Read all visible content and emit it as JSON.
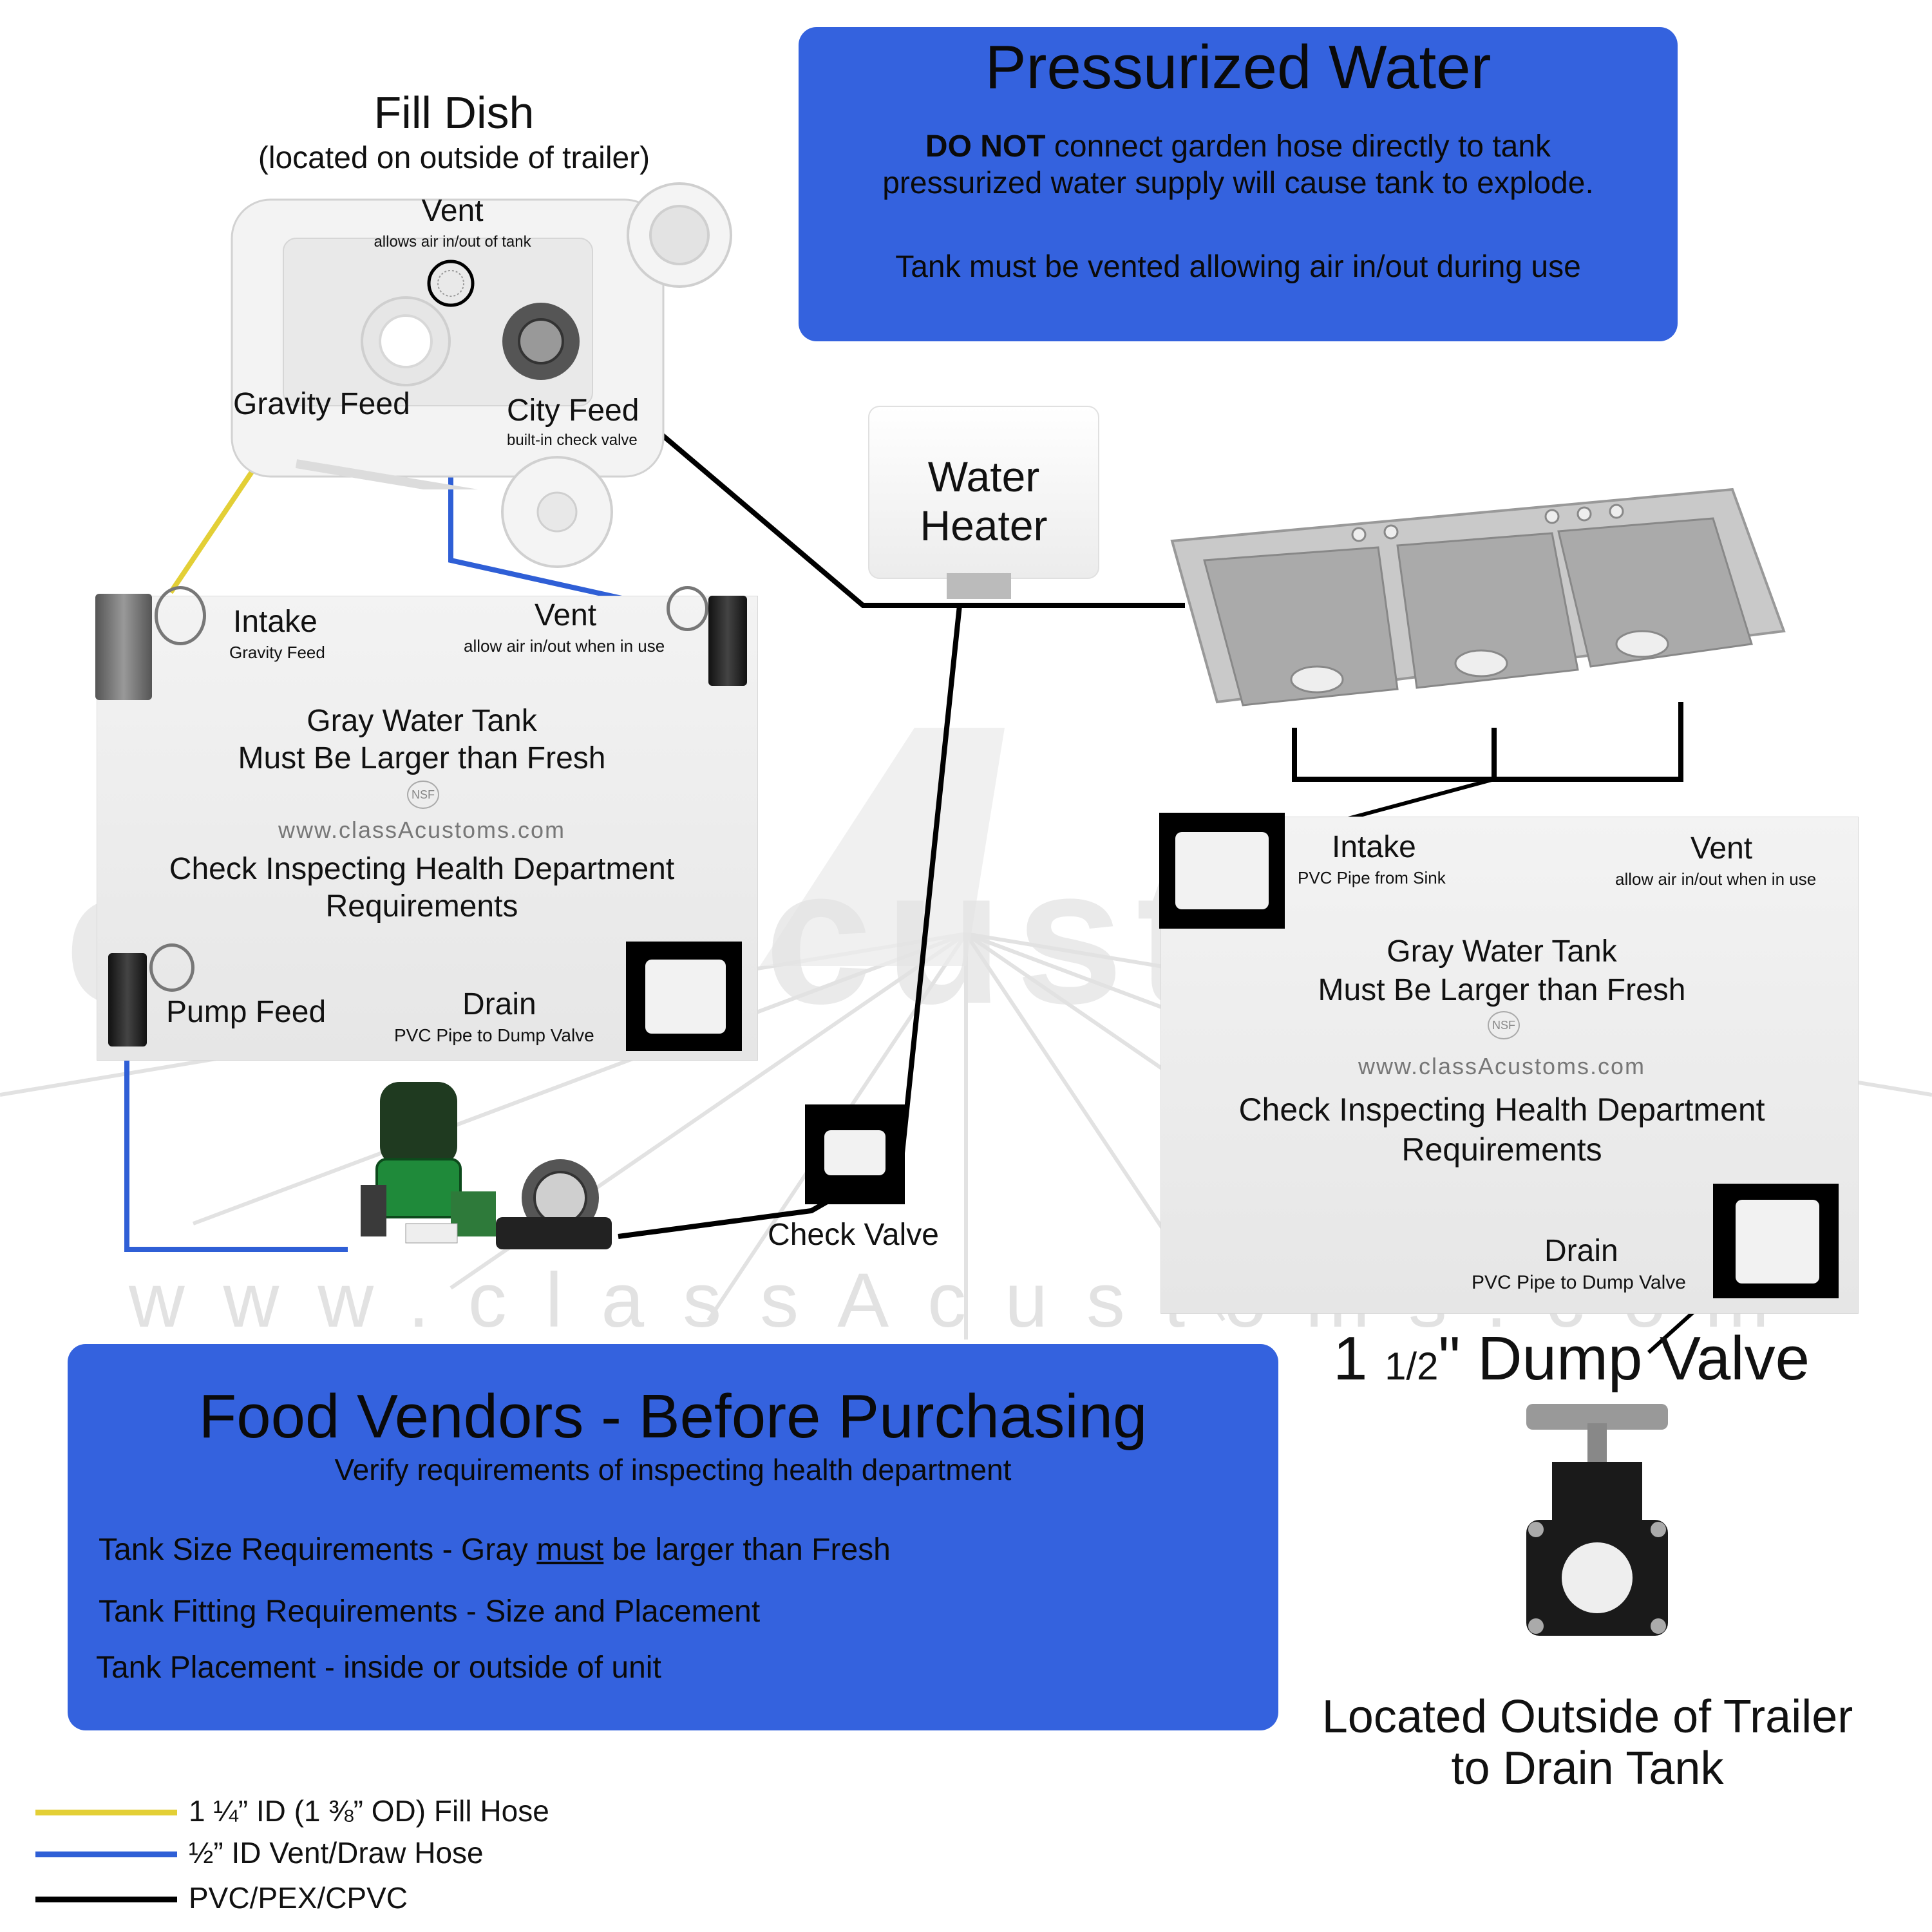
{
  "fill_dish": {
    "title": "Fill Dish",
    "subtitle": "(located on outside of trailer)",
    "vent_label": "Vent",
    "vent_sub": "allows air in/out of tank",
    "gravity_label": "Gravity Feed",
    "city_label": "City Feed",
    "city_sub": "built-in check valve"
  },
  "pressurized": {
    "title": "Pressurized Water",
    "line1_bold": "DO NOT",
    "line1_rest": " connect garden hose directly to tank",
    "line2": "pressurized water supply will cause tank to explode.",
    "line3": "Tank must be vented allowing air in/out during use"
  },
  "water_heater": {
    "line1": "Water",
    "line2": "Heater"
  },
  "left_tank": {
    "intake": "Intake",
    "intake_sub": "Gravity Feed",
    "vent": "Vent",
    "vent_sub": "allow air in/out when in use",
    "line1": "Gray Water Tank",
    "line2": "Must Be Larger than Fresh",
    "nsf": "NSF",
    "website": "www.classAcustoms.com",
    "check1": "Check Inspecting Health Department",
    "check2": "Requirements",
    "pump_feed": "Pump Feed",
    "drain": "Drain",
    "drain_sub": "PVC Pipe to Dump Valve"
  },
  "right_tank": {
    "intake": "Intake",
    "intake_sub": "PVC Pipe from Sink",
    "vent": "Vent",
    "vent_sub": "allow air in/out when in use",
    "line1": "Gray Water Tank",
    "line2": "Must Be Larger than Fresh",
    "nsf": "NSF",
    "website": "www.classAcustoms.com",
    "check1": "Check Inspecting Health Department",
    "check2": "Requirements",
    "drain": "Drain",
    "drain_sub": "PVC Pipe to Dump Valve"
  },
  "watermark": {
    "big": "classAcustoms",
    "url": "www.classAcustoms.com"
  },
  "check_valve": "Check Valve",
  "dump_valve": {
    "title_prefix": "1 ",
    "title_frac": "1/2",
    "title_rest": "\" Dump Valve",
    "note1": "Located Outside of Trailer",
    "note2": "to Drain Tank"
  },
  "food_vendors": {
    "title": "Food Vendors - Before Purchasing",
    "subtitle": "Verify requirements of inspecting health department",
    "req1_a": "Tank Size Requirements - Gray ",
    "req1_u": "must",
    "req1_b": " be larger than Fresh",
    "req2": "Tank Fitting Requirements - Size and Placement",
    "req3": "Tank Placement - inside or outside of unit"
  },
  "legend": [
    {
      "label": "1 ¼” ID (1 ⅜” OD) Fill Hose",
      "color": "#e3cf36"
    },
    {
      "label": "½” ID Vent/Draw Hose",
      "color": "#2f5fd6"
    },
    {
      "label": "PVC/PEX/CPVC",
      "color": "#000000"
    }
  ],
  "colors": {
    "panel_blue": "#3462de",
    "fill_hose": "#e3cf36",
    "vent_hose": "#2f5fd6",
    "pipe": "#000000"
  }
}
